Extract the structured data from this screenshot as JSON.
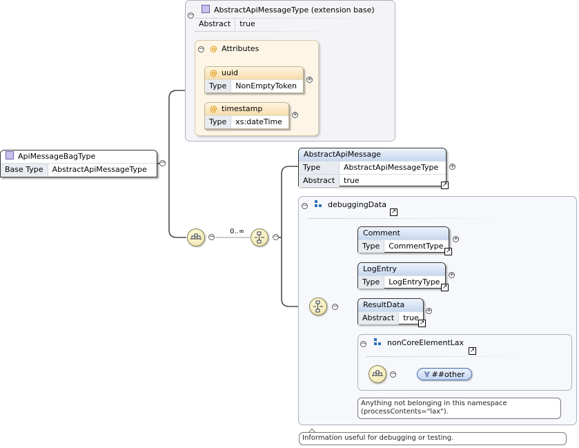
{
  "root_type": {
    "icon": "complex-type-icon",
    "name": "ApiMessageBagType",
    "base_type_key": "Base Type",
    "base_type_value": "AbstractApiMessageType"
  },
  "extension": {
    "title": "AbstractApiMessageType (extension base)",
    "abstract_key": "Abstract",
    "abstract_value": "true",
    "attributes_group": {
      "title": "Attributes",
      "items": [
        {
          "name": "uuid",
          "type_key": "Type",
          "type_value": "NonEmptyToken"
        },
        {
          "name": "timestamp",
          "type_key": "Type",
          "type_value": "xs:dateTime"
        }
      ]
    }
  },
  "sequence": {
    "occurrence": "0..∞"
  },
  "abstract_api_message": {
    "name": "AbstractApiMessage",
    "type_key": "Type",
    "type_value": "AbstractApiMessageType",
    "abstract_key": "Abstract",
    "abstract_value": "true"
  },
  "debugging_data": {
    "title": "debuggingData",
    "elements": [
      {
        "name": "Comment",
        "key": "Type",
        "value": "CommentType"
      },
      {
        "name": "LogEntry",
        "key": "Type",
        "value": "LogEntryType"
      },
      {
        "name": "ResultData",
        "key": "Abstract",
        "value": "true"
      }
    ],
    "non_core": {
      "title": "nonCoreElementLax",
      "wildcard": "##other",
      "note": "Anything not belonging in this namespace (processContents=\"lax\")."
    },
    "note": "Information useful for debugging or testing."
  },
  "colors": {
    "element_header": "#c7d7ef",
    "attribute_header": "#f6dcaa",
    "compositor": "#ebe2a6"
  }
}
